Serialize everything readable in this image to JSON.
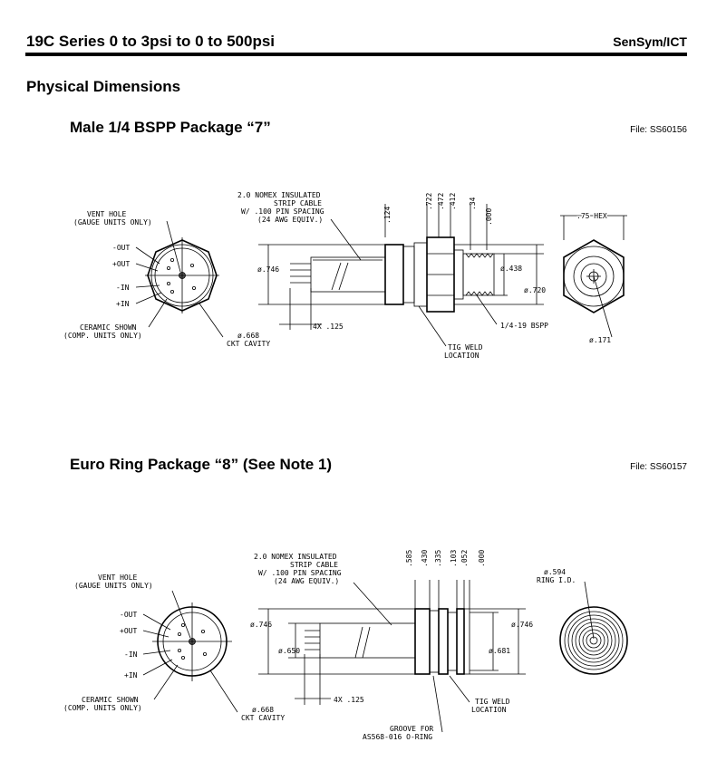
{
  "header": {
    "title": "19C Series 0 to 3psi to 0 to 500psi",
    "brand": "SenSym/ICT"
  },
  "section_title": "Physical Dimensions",
  "pkg7": {
    "title": "Male 1/4 BSPP Package “7”",
    "file": "File: SS60156",
    "end_view": {
      "vent_l1": "VENT HOLE",
      "vent_l2": "(GAUGE UNITS ONLY)",
      "out_neg": "-OUT",
      "out_pos": "+OUT",
      "in_neg": "-IN",
      "in_pos": "+IN",
      "ceramic_l1": "CERAMIC SHOWN",
      "ceramic_l2": "(COMP. UNITS ONLY)",
      "ckt_dia": "ø.668",
      "ckt_label": "CKT CAVITY"
    },
    "side_view": {
      "cable_l1": "2.0 NOMEX INSULATED",
      "cable_l2": "STRIP CABLE",
      "cable_l3": "W/ .100 PIN SPACING",
      "cable_l4": "(24 AWG EQUIV.)",
      "dims_top": [
        ".124",
        ".722",
        ".472",
        ".412",
        ".34",
        ".000"
      ],
      "dia_body": "ø.746",
      "dia_thread": "ø.438",
      "dia_hex": "ø.720",
      "pins": "4X .125",
      "thread": "1/4-19 BSPP",
      "weld_l1": "TIG WELD",
      "weld_l2": "LOCATION"
    },
    "front_view": {
      "hex": ".75 HEX",
      "port_dia": "ø.171"
    }
  },
  "pkg8": {
    "title": "Euro Ring Package “8” (See Note 1)",
    "file": "File: SS60157",
    "end_view": {
      "vent_l1": "VENT HOLE",
      "vent_l2": "(GAUGE UNITS ONLY)",
      "out_neg": "-OUT",
      "out_pos": "+OUT",
      "in_neg": "-IN",
      "in_pos": "+IN",
      "ceramic_l1": "CERAMIC SHOWN",
      "ceramic_l2": "(COMP. UNITS ONLY)",
      "ckt_dia": "ø.668",
      "ckt_label": "CKT CAVITY"
    },
    "side_view": {
      "cable_l1": "2.0 NOMEX INSULATED",
      "cable_l2": "STRIP CABLE",
      "cable_l3": "W/ .100 PIN SPACING",
      "cable_l4": "(24 AWG EQUIV.)",
      "dims_top": [
        ".585",
        ".430",
        ".335",
        ".103",
        ".052",
        ".000"
      ],
      "dia_body": "ø.746",
      "dia_inner": "ø.650",
      "dia_right": "ø.746",
      "dia_ring": "ø.681",
      "pins": "4X .125",
      "weld_l1": "TIG WELD",
      "weld_l2": "LOCATION",
      "groove_l1": "GROOVE FOR",
      "groove_l2": "AS568-016 O-RING"
    },
    "front_view": {
      "ring_l1": "ø.594",
      "ring_l2": "RING I.D."
    }
  }
}
